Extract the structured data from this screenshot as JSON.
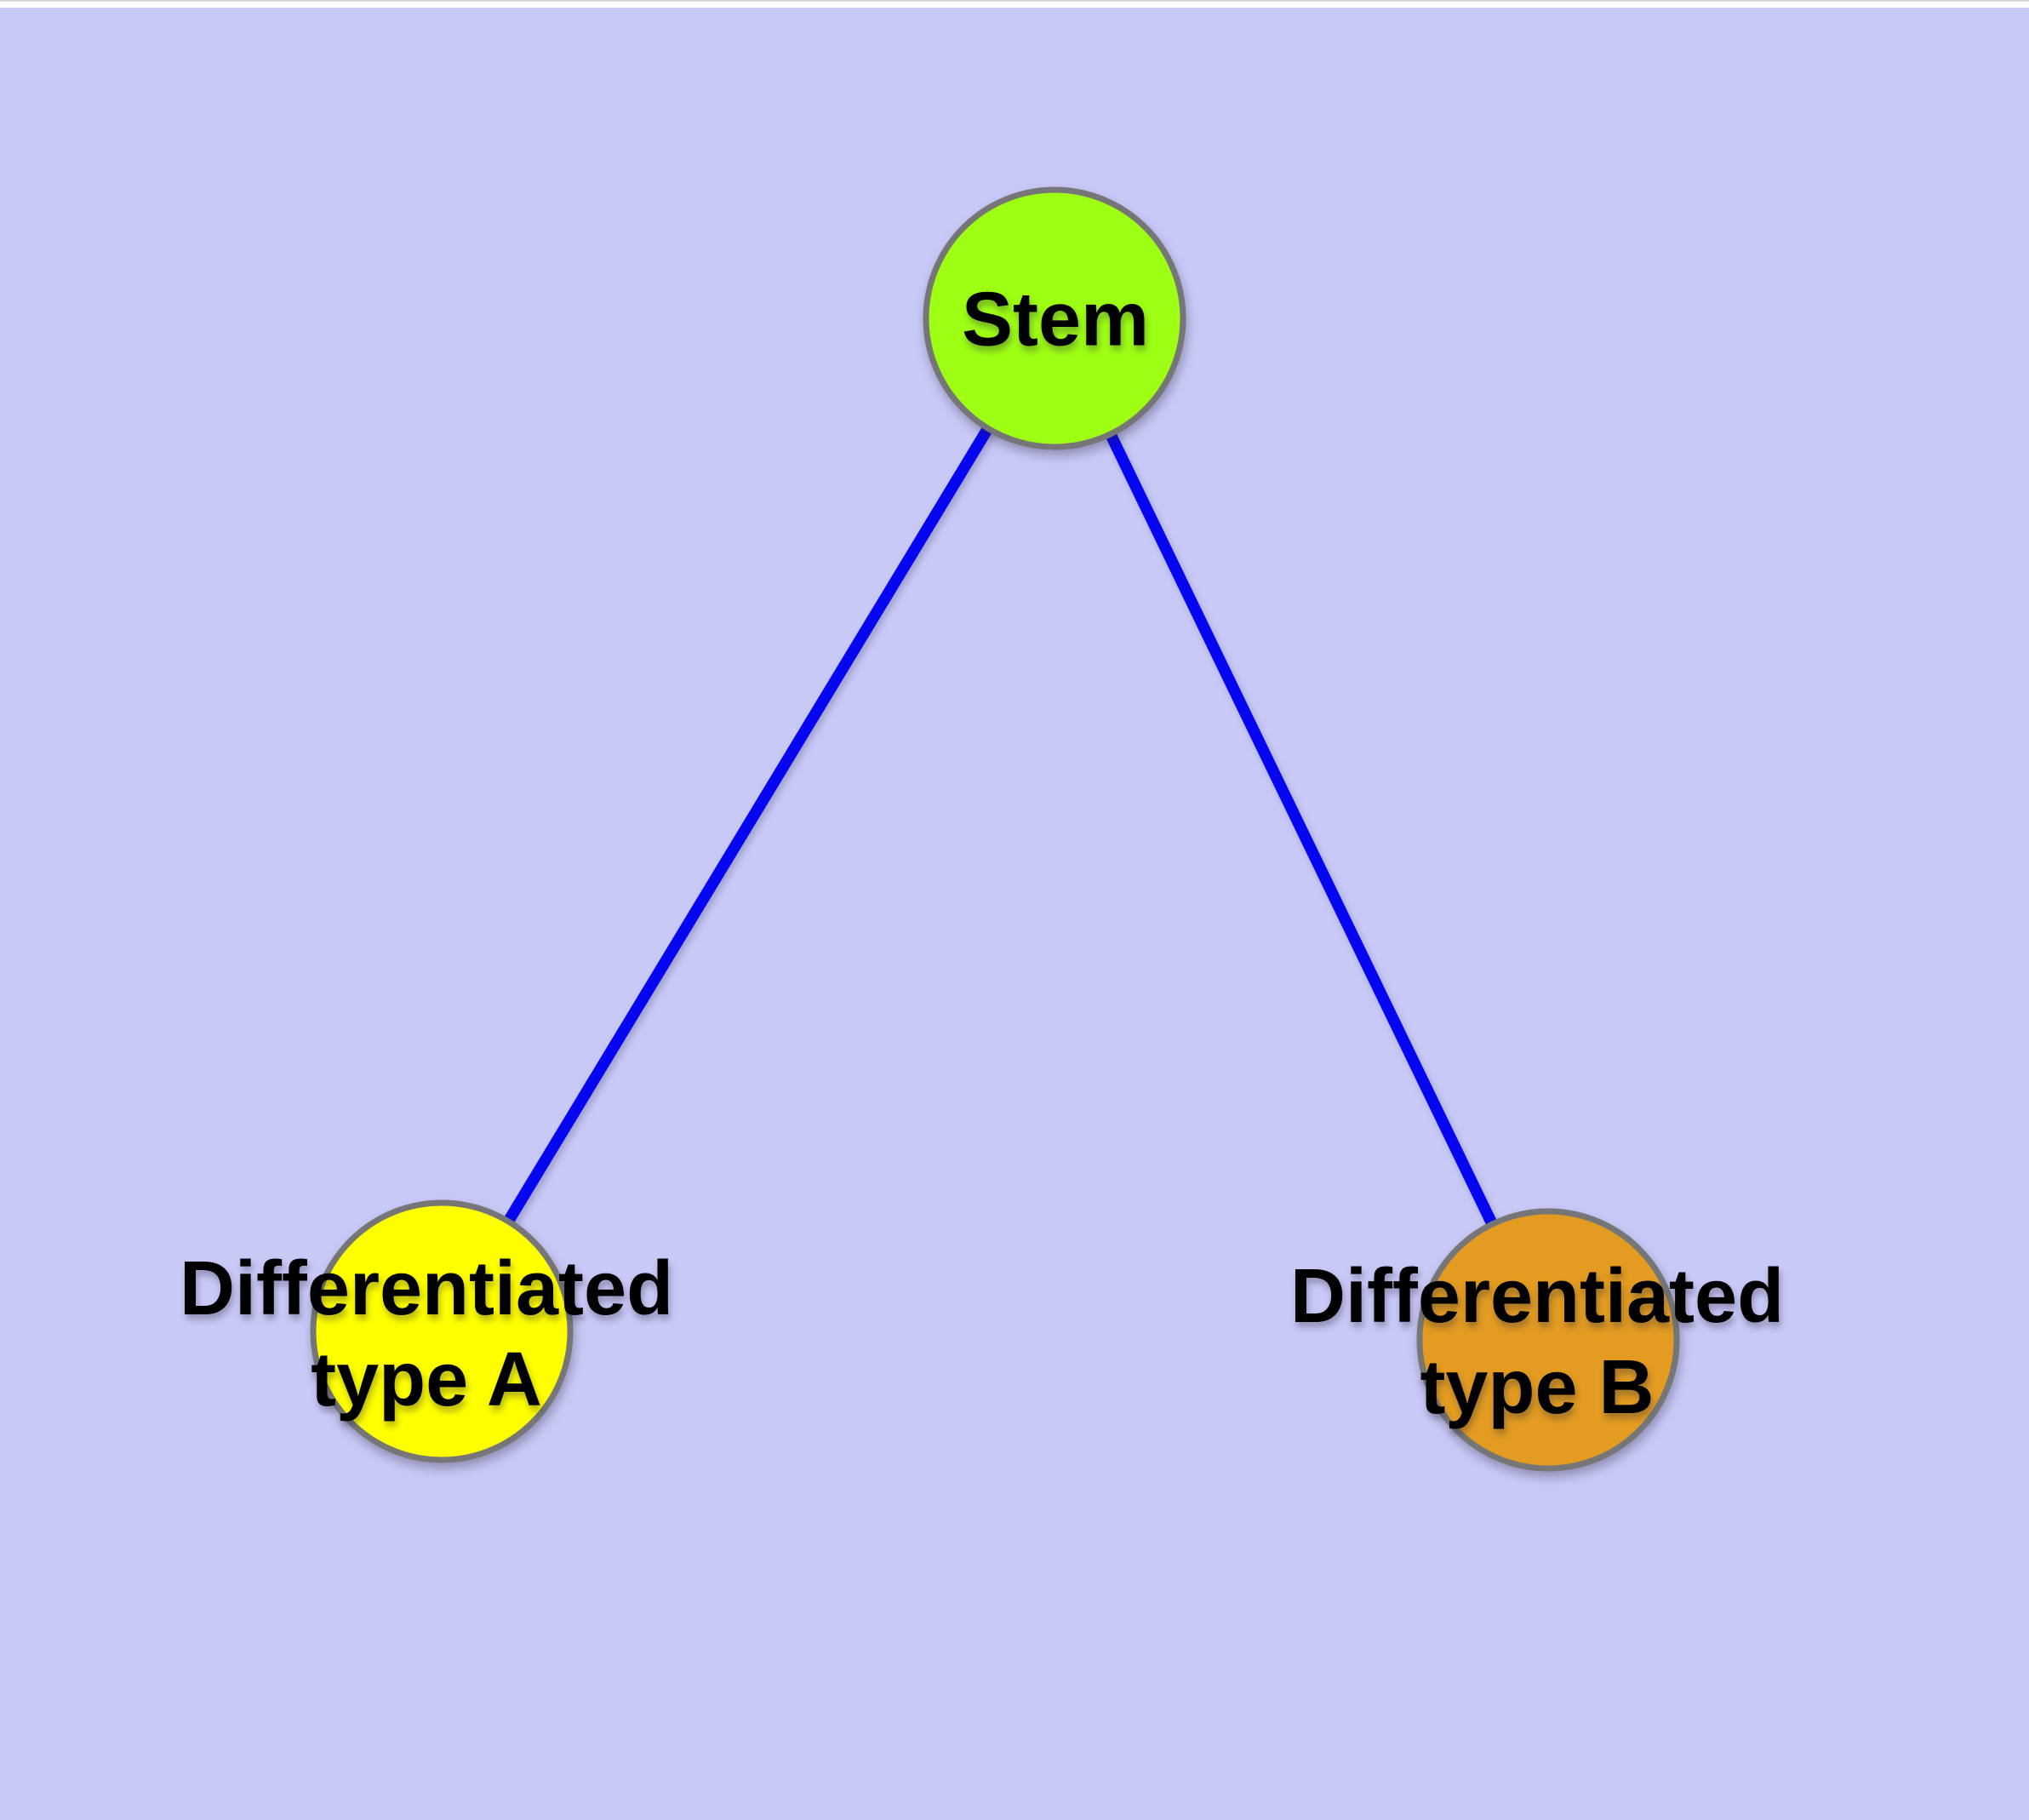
{
  "page": {
    "background_color": "#c9c9f8",
    "top_strip_color": "#ffffff",
    "top_strip_line_color": "#d7d7d7"
  },
  "graph": {
    "type": "node-link-diagram",
    "node_border_color": "#767676",
    "edge_color": "#0505f0",
    "label_color": "#000000",
    "nodes": [
      {
        "id": "stem",
        "label": "Stem",
        "color": "#9eff14",
        "shape": "circle"
      },
      {
        "id": "type-a",
        "label": "Differentiated\ntype A",
        "color": "#ffff00",
        "shape": "circle"
      },
      {
        "id": "type-b",
        "label": "Differentiated\ntype B",
        "color": "#e39c21",
        "shape": "circle"
      }
    ],
    "edges": [
      {
        "from": "stem",
        "to": "type-a"
      },
      {
        "from": "stem",
        "to": "type-b"
      }
    ]
  }
}
